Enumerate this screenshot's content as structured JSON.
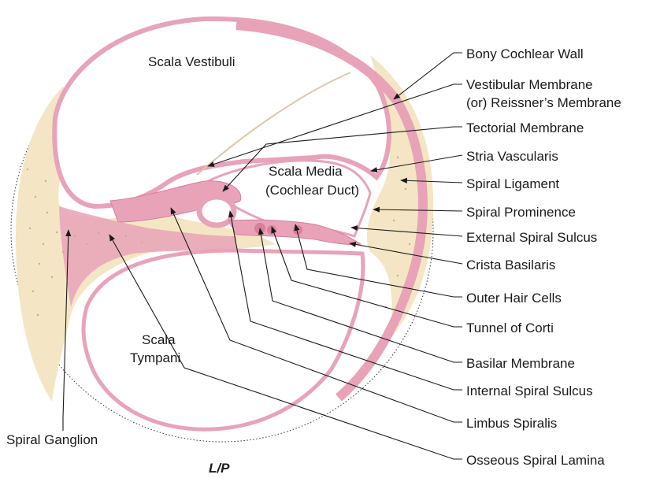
{
  "diagram": {
    "region_labels": {
      "scala_vestibuli": "Scala Vestibuli",
      "scala_media_1": "Scala Media",
      "scala_media_2": "(Cochlear Duct)",
      "scala_tympani_1": "Scala",
      "scala_tympani_2": "Tympani"
    },
    "callouts": {
      "bony_cochlear_wall": "Bony Cochlear Wall",
      "vestibular_membrane_1": "Vestibular Membrane",
      "vestibular_membrane_2": "(or) Reissner’s Membrane",
      "tectorial_membrane": "Tectorial Membrane",
      "stria_vascularis": "Stria Vascularis",
      "spiral_ligament": "Spiral Ligament",
      "spiral_prominence": "Spiral Prominence",
      "external_spiral_sulcus": "External Spiral Sulcus",
      "crista_basilaris": "Crista Basilaris",
      "outer_hair_cells": "Outer Hair Cells",
      "tunnel_of_corti": "Tunnel of Corti",
      "basilar_membrane": "Basilar Membrane",
      "internal_spiral_sulcus": "Internal Spiral Sulcus",
      "limbus_spiralis": "Limbus Spiralis",
      "osseous_spiral_lamina": "Osseous Spiral Lamina",
      "spiral_ganglion": "Spiral Ganglion"
    },
    "caption": "L/P",
    "colors": {
      "tissue_pink": "#e8a3b8",
      "tissue_pink_dark": "#d87f9c",
      "bone_cream": "#f4e6c4",
      "line": "#1a1a1a"
    }
  }
}
